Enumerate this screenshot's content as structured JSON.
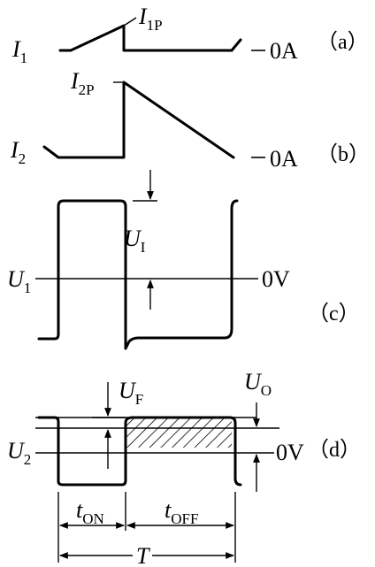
{
  "panels": {
    "a": {
      "tag": "（a）",
      "signal_main": "I",
      "signal_sub": "1",
      "peak_main": "I",
      "peak_sub": "1P",
      "zero_label": "0A"
    },
    "b": {
      "tag": "（b）",
      "signal_main": "I",
      "signal_sub": "2",
      "peak_main": "I",
      "peak_sub": "2P",
      "zero_label": "0A"
    },
    "c": {
      "tag": "（c）",
      "signal_main": "U",
      "signal_sub": "1",
      "delta_main": "U",
      "delta_sub": "I",
      "zero_label": "0V"
    },
    "d": {
      "tag": "（d）",
      "signal_main": "U",
      "signal_sub": "2",
      "forward_main": "U",
      "forward_sub": "F",
      "output_main": "U",
      "output_sub": "O",
      "zero_label": "0V",
      "ton_main": "t",
      "ton_sub": "ON",
      "toff_main": "t",
      "toff_sub": "OFF",
      "period_label": "T"
    }
  },
  "colors": {
    "stroke": "#000000",
    "background": "#ffffff"
  }
}
